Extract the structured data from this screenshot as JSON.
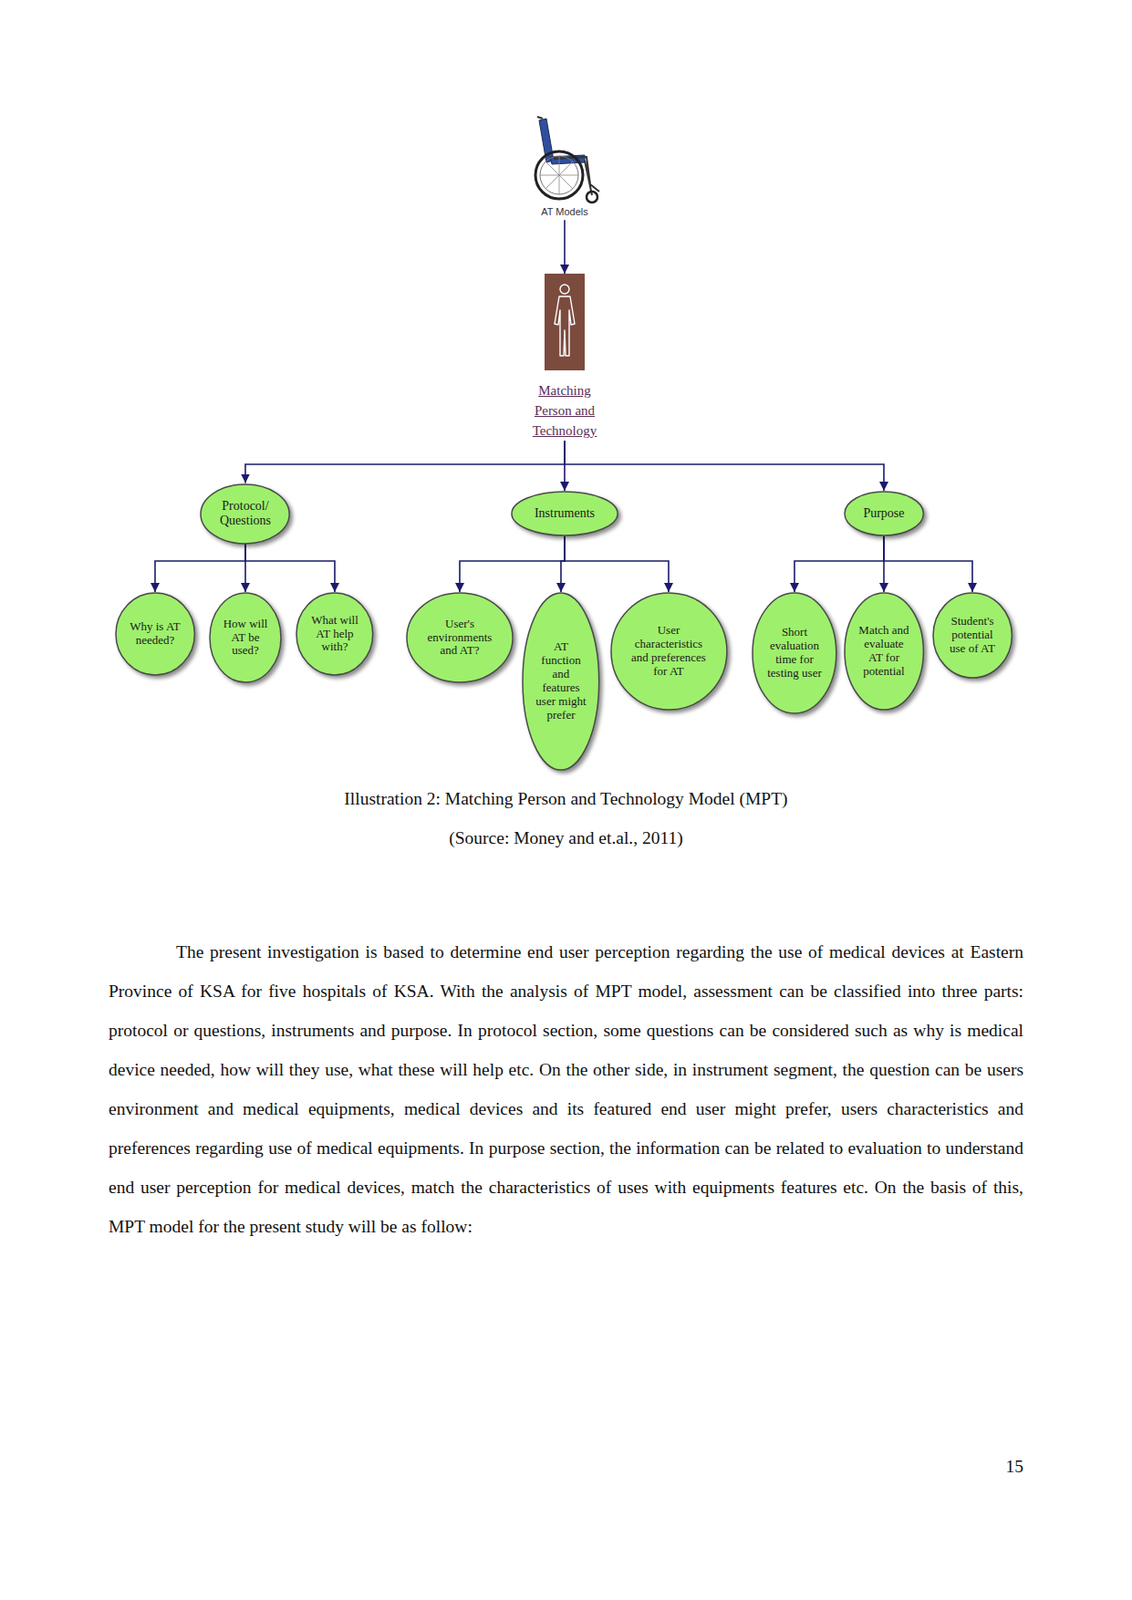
{
  "diagram": {
    "caption": "Illustration 2: Matching Person and Technology Model (MPT)",
    "nodes": [
      {
        "text": [
          "AT Models"
        ]
      },
      {
        "text": [
          "Matching Person and Technology"
        ]
      },
      {
        "text": [
          "Protocol/ Questions"
        ]
      },
      {
        "text": [
          "Instruments"
        ]
      },
      {
        "text": [
          "Purpose"
        ]
      },
      {
        "text": [
          "Why is AT needed?"
        ]
      },
      {
        "text": [
          "How will AT be used?"
        ]
      },
      {
        "text": [
          "What will AT help with?"
        ]
      },
      {
        "text": [
          "User's environments and AT?"
        ]
      },
      {
        "text": [
          "AT function and features user might prefer"
        ]
      },
      {
        "text": [
          "User characteristics and preferences for AT"
        ]
      },
      {
        "text": [
          "Short evaluation time for testing user"
        ]
      },
      {
        "text": [
          "Match and evaluate AT for potential"
        ]
      },
      {
        "text": [
          "Student's potential use of AT"
        ]
      }
    ],
    "edges": [
      {
        "from": 0,
        "to": 1,
        "arrow": "to"
      },
      {
        "from": 1,
        "to": 2,
        "arrow": "to"
      },
      {
        "from": 1,
        "to": 3,
        "arrow": "to"
      },
      {
        "from": 1,
        "to": 4,
        "arrow": "to"
      },
      {
        "from": 2,
        "to": 5,
        "arrow": "to"
      },
      {
        "from": 2,
        "to": 6,
        "arrow": "to"
      },
      {
        "from": 2,
        "to": 7,
        "arrow": "to"
      },
      {
        "from": 3,
        "to": 8,
        "arrow": "to"
      },
      {
        "from": 3,
        "to": 9,
        "arrow": "to"
      },
      {
        "from": 3,
        "to": 10,
        "arrow": "to"
      },
      {
        "from": 4,
        "to": 11,
        "arrow": "to"
      },
      {
        "from": 4,
        "to": 12,
        "arrow": "to"
      },
      {
        "from": 4,
        "to": 13,
        "arrow": "to"
      }
    ],
    "labels": [
      "(Source: Money and et.al., 2011)",
      "The present investigation is based to determine end user perception regarding the use of medical devices at Eastern Province of KSA for five hospitals of KSA. With the analysis of MPT model, assessment can be classified into three parts: protocol or questions, instruments and purpose. In protocol section, some questions can be considered such as why is medical device needed, how will they use, what these will help etc. On the other side, in instrument segment, the question can be users environment and medical equipments, medical devices and its featured end user might prefer, users characteristics and preferences regarding use of medical equipments. In purpose section, the information can be related to evaluation to understand end user perception for medical devices, match the characteristics of uses with equipments features etc. On the basis of this, MPT model for the present study will be as follow:",
      "15"
    ]
  }
}
